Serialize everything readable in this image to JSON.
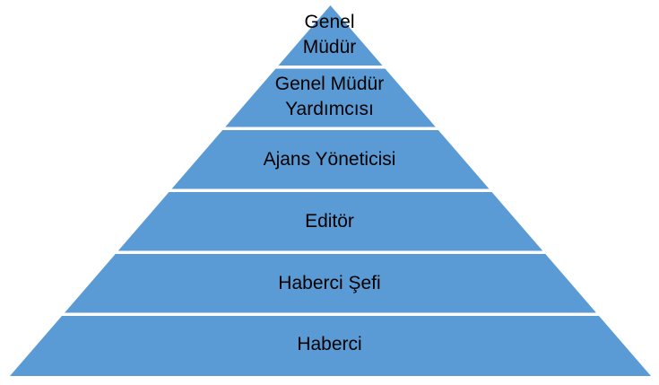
{
  "diagram": {
    "type": "pyramid-hierarchy",
    "fill": "#5b9bd5",
    "divider": "#ffffff",
    "text_color": "#000000",
    "levels": [
      {
        "rank": 1,
        "label": "Genel Müdür"
      },
      {
        "rank": 2,
        "label": "Genel Müdür Yardımcısı"
      },
      {
        "rank": 3,
        "label": "Ajans Yöneticisi"
      },
      {
        "rank": 4,
        "label": "Editör"
      },
      {
        "rank": 5,
        "label": "Haberci Şefi"
      },
      {
        "rank": 6,
        "label": "Haberci"
      }
    ]
  }
}
